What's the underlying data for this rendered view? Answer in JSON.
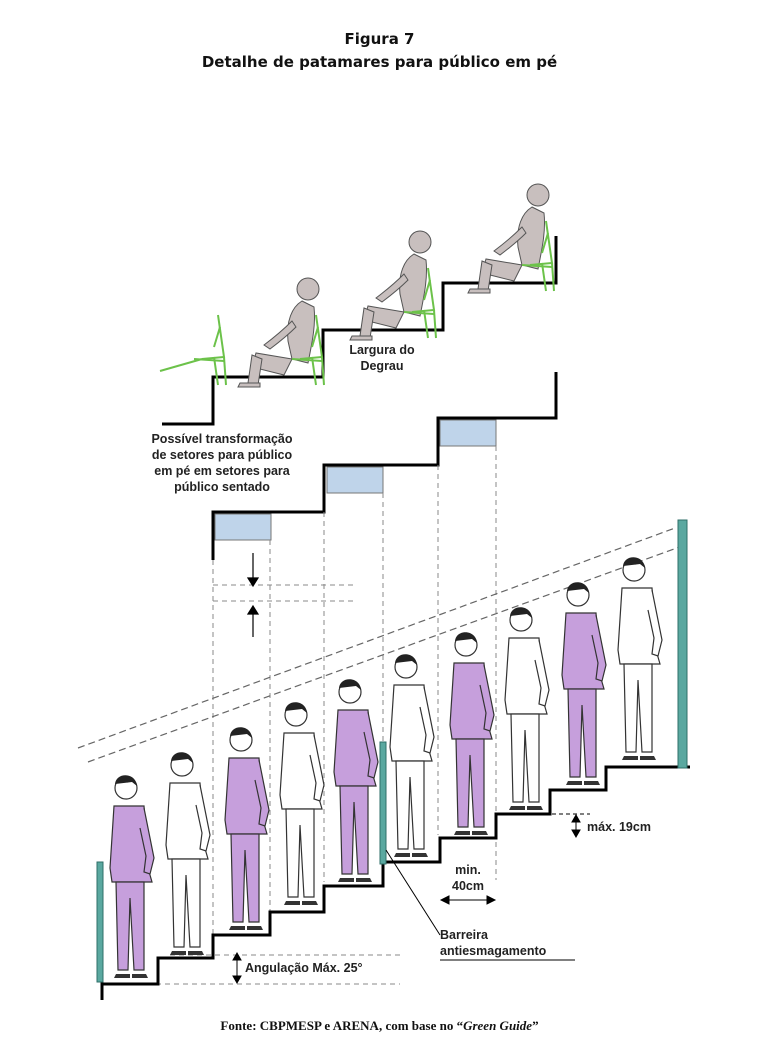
{
  "figure": {
    "number": "Figura 7",
    "title": "Detalhe de patamares para público em pé"
  },
  "labels": {
    "largura_line1": "Largura do",
    "largura_line2": "Degrau",
    "transform_line1": "Possível transformação",
    "transform_line2": "de setores para público",
    "transform_line3": "em pé em setores para",
    "transform_line4": "público sentado",
    "max_riser": "máx. 19cm",
    "min_tread_line1": "min.",
    "min_tread_line2": "40cm",
    "barrier_line1": "Barreira",
    "barrier_line2": "antiesmagamento",
    "angle": "Angulação Máx. 25°"
  },
  "source": {
    "prefix": "Fonte: CBPMESP e ARENA, com base no “",
    "italic": "Green Guide",
    "suffix": "”"
  },
  "colors": {
    "chair": "#6cc24a",
    "seated_person": "#c8bfbe",
    "standing_purple": "#c69fdc",
    "standing_white": "#ffffff",
    "tread_fill": "#bfd4ea",
    "barrier": "#5aa8a0"
  }
}
